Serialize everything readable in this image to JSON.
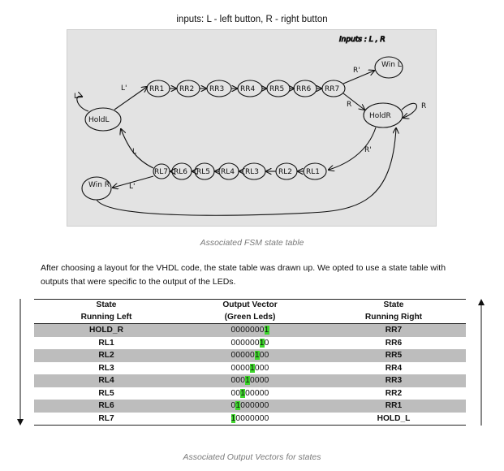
{
  "top_caption": "inputs: L - left button, R - right button",
  "diagram": {
    "inputs_note": "Inputs : L , R",
    "states": {
      "hold_l": "HoldL",
      "hold_r": "HoldR",
      "win_l": "Win L",
      "win_r": "Win R",
      "rr": [
        "RR1",
        "RR2",
        "RR3",
        "RR4",
        "RR5",
        "RR6",
        "RR7"
      ],
      "rl": [
        "RL7",
        "RL6",
        "RL5",
        "RL4",
        "RL3",
        "RL2",
        "RL1"
      ]
    },
    "labels": {
      "self_hold_l": "L",
      "self_hold_r": "R",
      "l_prime_top": "L'",
      "r_prime_top": "R'",
      "r_top": "R",
      "l_bottom": "L",
      "r_prime_bottom": "R'",
      "l_prime_bottom": "L'"
    }
  },
  "fig1_caption": "Associated FSM state table",
  "paragraph": "After choosing a layout for the VHDL code, the state table was drawn up. We opted to use a state table with outputs that were specific to the output of the LEDs.",
  "table": {
    "headers": [
      [
        "State",
        "Output Vector",
        "State"
      ],
      [
        "Running Left",
        "(Green Leds)",
        "Running Right"
      ]
    ],
    "highlight_color": "#3ed62c",
    "rows": [
      {
        "left": "HOLD_R",
        "vector": "00000001",
        "on": 7,
        "right": "RR7"
      },
      {
        "left": "RL1",
        "vector": "00000010",
        "on": 6,
        "right": "RR6"
      },
      {
        "left": "RL2",
        "vector": "00000100",
        "on": 5,
        "right": "RR5"
      },
      {
        "left": "RL3",
        "vector": "00001000",
        "on": 4,
        "right": "RR4"
      },
      {
        "left": "RL4",
        "vector": "00010000",
        "on": 3,
        "right": "RR3"
      },
      {
        "left": "RL5",
        "vector": "00100000",
        "on": 2,
        "right": "RR2"
      },
      {
        "left": "RL6",
        "vector": "01000000",
        "on": 1,
        "right": "RR1"
      },
      {
        "left": "RL7",
        "vector": "10000000",
        "on": 0,
        "right": "HOLD_L"
      }
    ]
  },
  "fig2_caption": "Associated Output Vectors for states"
}
